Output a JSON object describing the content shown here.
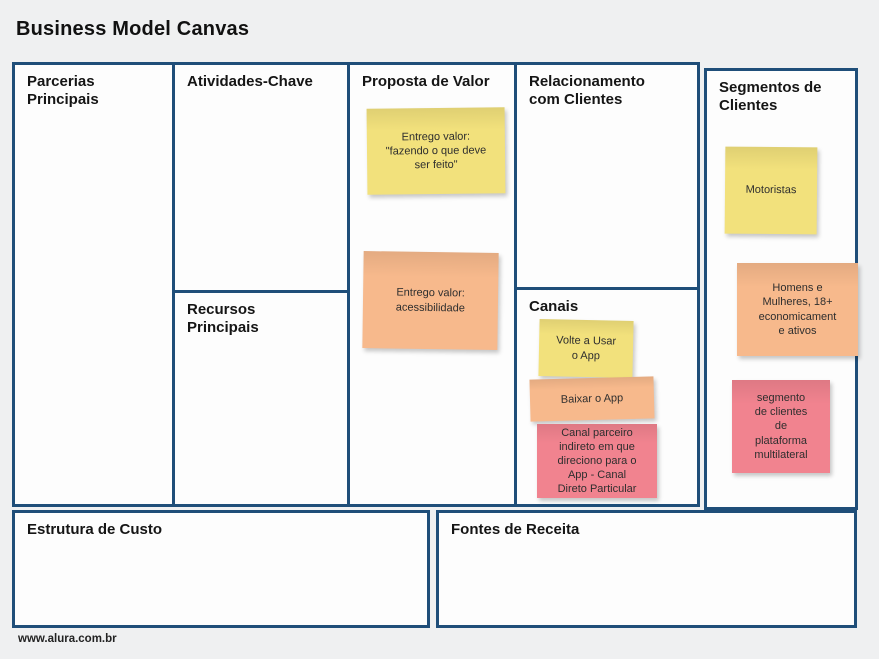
{
  "title": "Business Model Canvas",
  "footer_url": "www.alura.com.br",
  "colors": {
    "border": "#1f4e79",
    "page_background": "#eff0f1",
    "box_background": "#fdfdfd",
    "note_yellow": "#f2e17c",
    "note_orange": "#f7b98c",
    "note_pink": "#f1838f"
  },
  "sections": {
    "parcerias": {
      "label": "Parcerias\nPrincipais"
    },
    "atividades": {
      "label": "Atividades-Chave"
    },
    "recursos": {
      "label": "Recursos\nPrincipais"
    },
    "proposta": {
      "label": "Proposta de Valor",
      "notes": [
        {
          "color": "yellow",
          "text": "Entrego valor:\n\"fazendo o que deve\nser feito\""
        },
        {
          "color": "orange",
          "text": "Entrego valor:\nacessibilidade"
        }
      ]
    },
    "relacionamento": {
      "label": "Relacionamento\ncom Clientes"
    },
    "canais": {
      "label": "Canais",
      "notes": [
        {
          "color": "yellow",
          "text": "Volte a Usar\no App"
        },
        {
          "color": "orange",
          "text": "Baixar o App"
        },
        {
          "color": "pink",
          "text": "Canal parceiro\nindireto em que\ndireciono para o\nApp - Canal\nDireto Particular"
        }
      ]
    },
    "segmentos": {
      "label": "Segmentos de\nClientes",
      "notes": [
        {
          "color": "yellow",
          "text": "Motoristas"
        },
        {
          "color": "orange",
          "text": "Homens e\nMulheres, 18+\neconomicament\ne ativos"
        },
        {
          "color": "pink",
          "text": "segmento\nde clientes\nde\nplataforma\nmultilateral"
        }
      ]
    },
    "estrutura": {
      "label": "Estrutura de Custo"
    },
    "fontes": {
      "label": "Fontes de Receita"
    }
  }
}
